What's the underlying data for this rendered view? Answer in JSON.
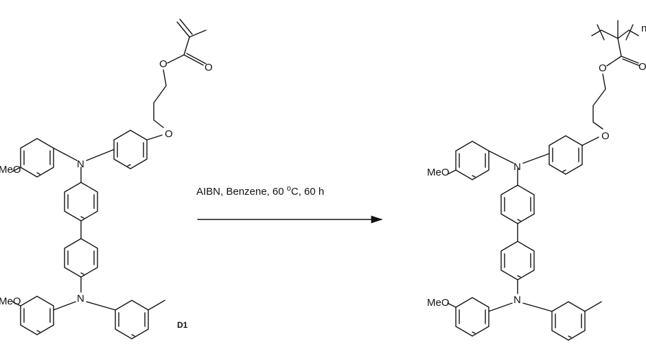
{
  "reaction": {
    "conditions_main": "AIBN, Benzene, 60 ",
    "conditions_sup": "o",
    "conditions_tail": "C, 60 h",
    "reactant_label": "D1"
  },
  "atoms": {
    "methoxy": "MeO",
    "nitrogen": "N",
    "oxygen": "O",
    "repeat_n": "n"
  }
}
